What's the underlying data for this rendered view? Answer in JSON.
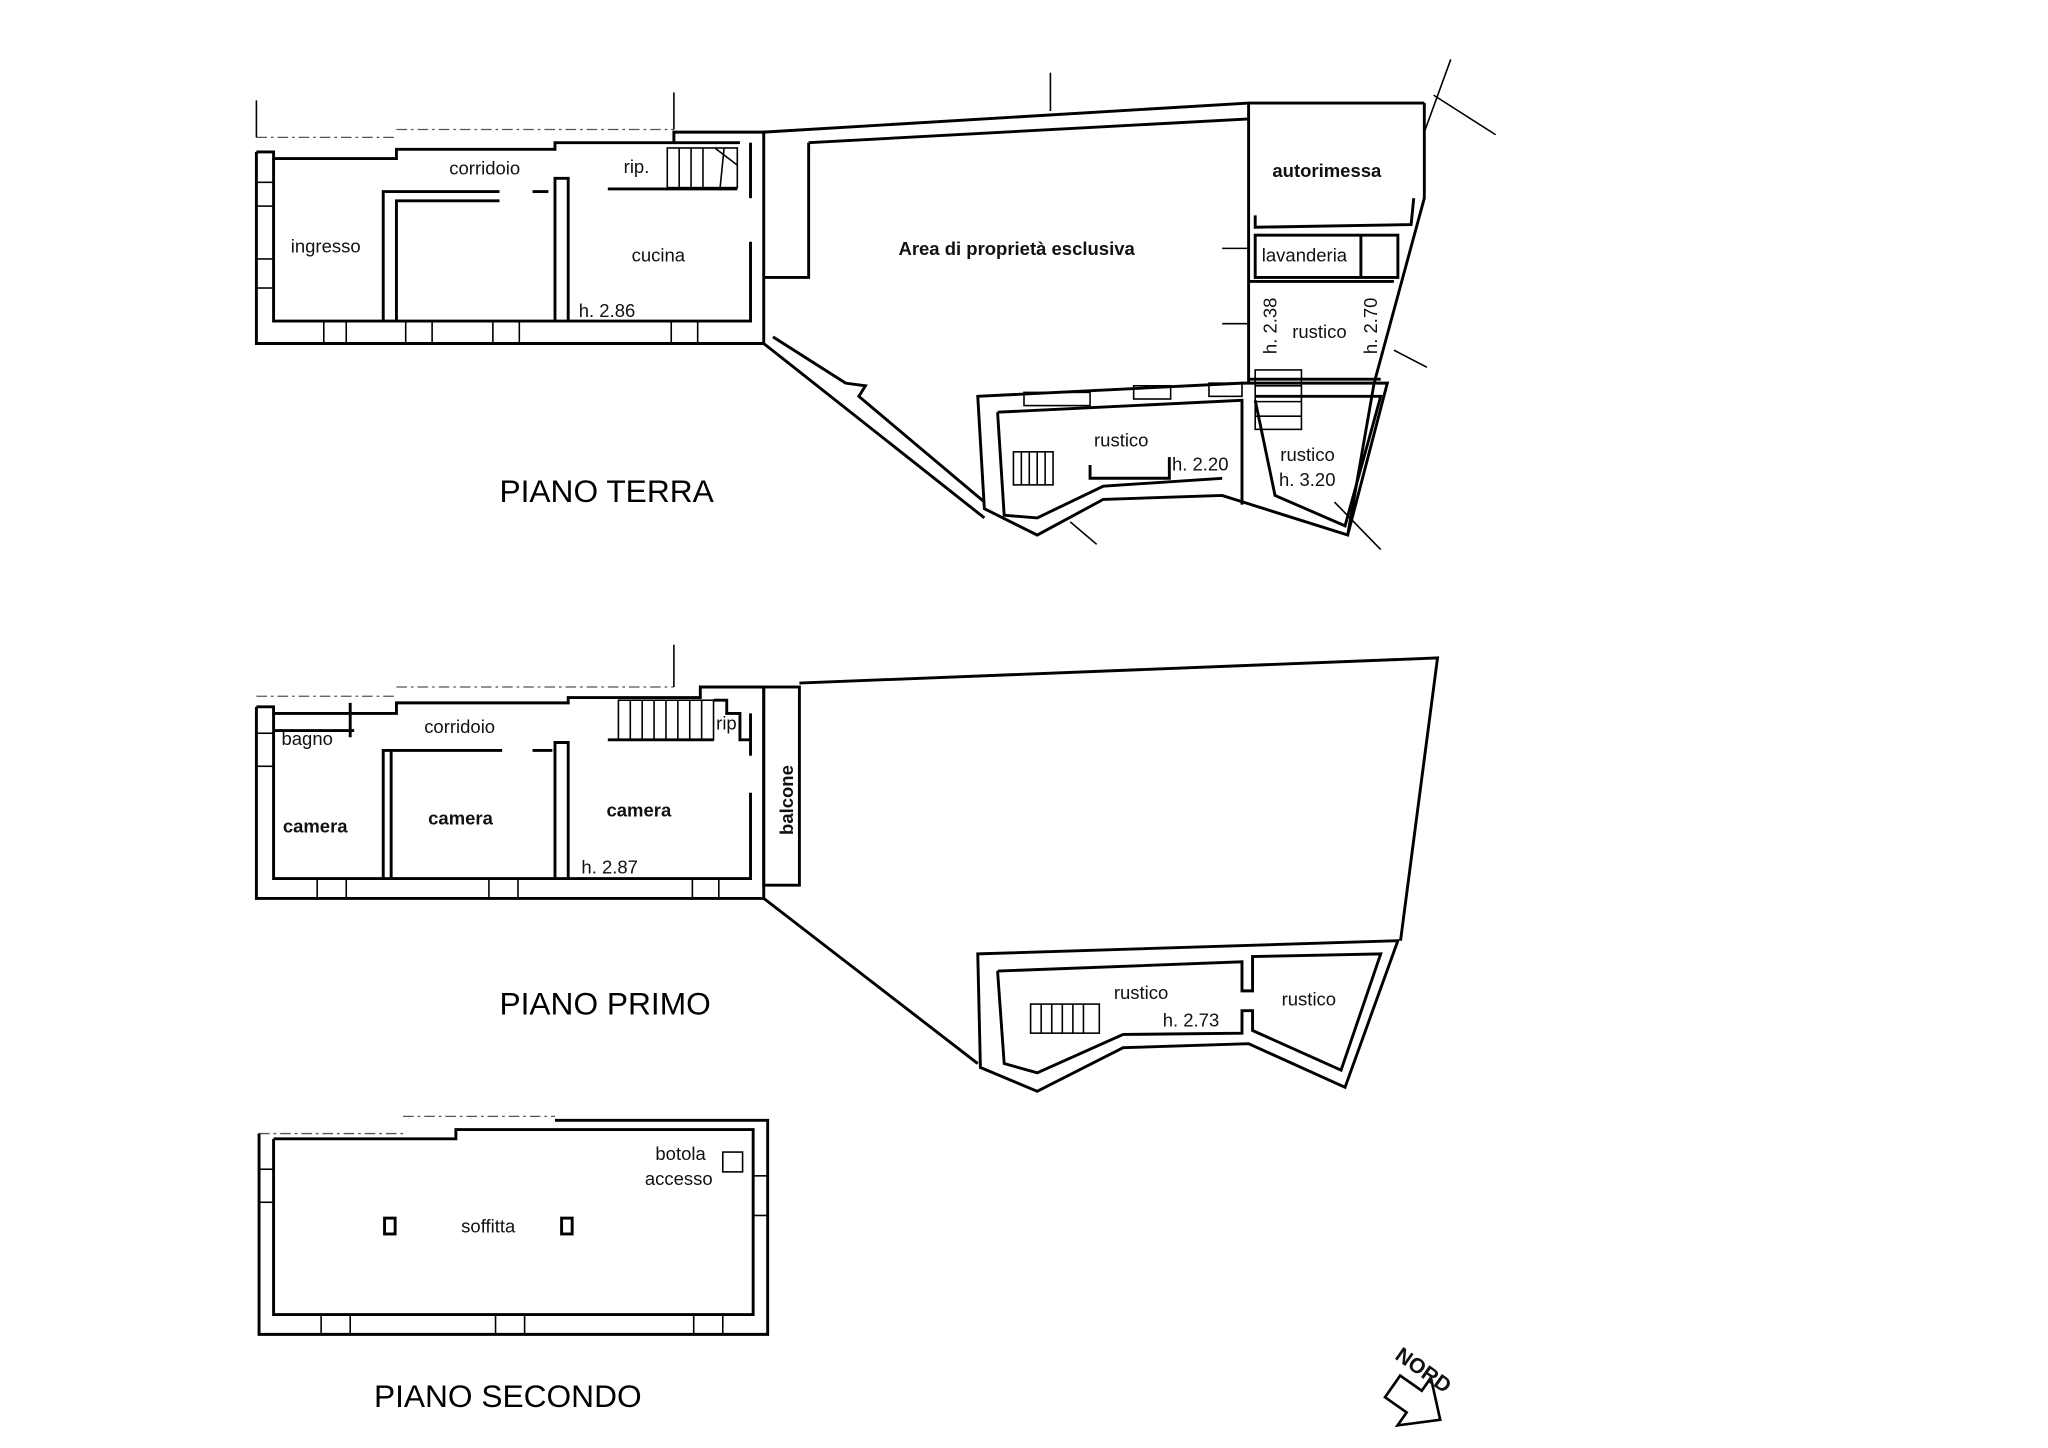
{
  "floors": {
    "terra": {
      "title": "PIANO TERRA",
      "rooms": {
        "corridoio": "corridoio",
        "rip": "rip.",
        "ingresso": "ingresso",
        "cucina": "cucina",
        "cucina_h": "h. 2.86",
        "area": "Area di proprietà esclusiva",
        "autorimessa": "autorimessa",
        "lavanderia": "lavanderia",
        "rustico1": "rustico",
        "rustico1_h_left": "h. 2.38",
        "rustico1_h_right": "h. 2.70",
        "rustico2": "rustico",
        "rustico2_h": "h. 2.20",
        "rustico3": "rustico",
        "rustico3_h": "h. 3.20"
      }
    },
    "primo": {
      "title": "PIANO PRIMO",
      "rooms": {
        "bagno": "bagno",
        "corridoio": "corridoio",
        "rip": "rip.",
        "camera1": "camera",
        "camera2": "camera",
        "camera3": "camera",
        "camera3_h": "h. 2.87",
        "balcone": "balcone",
        "rustico1": "rustico",
        "rustico1_h": "h. 2.73",
        "rustico2": "rustico"
      }
    },
    "secondo": {
      "title": "PIANO SECONDO",
      "rooms": {
        "botola_1": "botola",
        "botola_2": "accesso",
        "soffitta": "soffitta"
      }
    }
  },
  "north_label": "NORD"
}
